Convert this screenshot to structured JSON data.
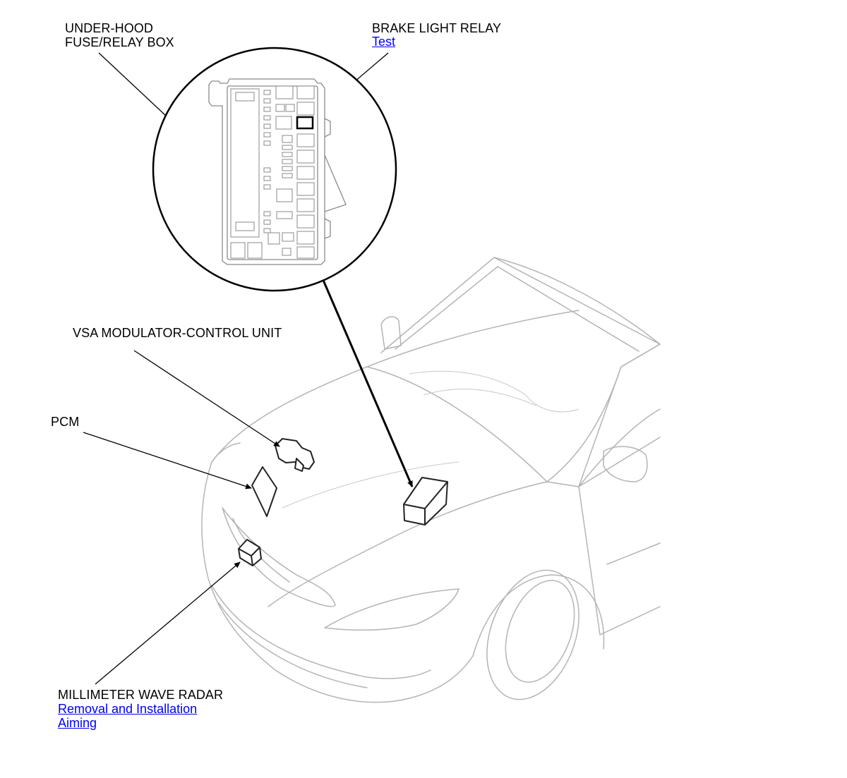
{
  "labels": {
    "under_hood_line1": "UNDER-HOOD",
    "under_hood_line2": "FUSE/RELAY BOX",
    "brake_light_relay": "BRAKE LIGHT RELAY",
    "vsa_unit": "VSA MODULATOR-CONTROL UNIT",
    "pcm": "PCM",
    "radar": "MILLIMETER WAVE RADAR"
  },
  "links": {
    "brake_test": "Test",
    "radar_removal": "Removal and Installation",
    "radar_aiming": "Aiming"
  },
  "colors": {
    "link": "#0000ee",
    "car_outline": "#b4b4b4",
    "component_outline": "#222222"
  }
}
